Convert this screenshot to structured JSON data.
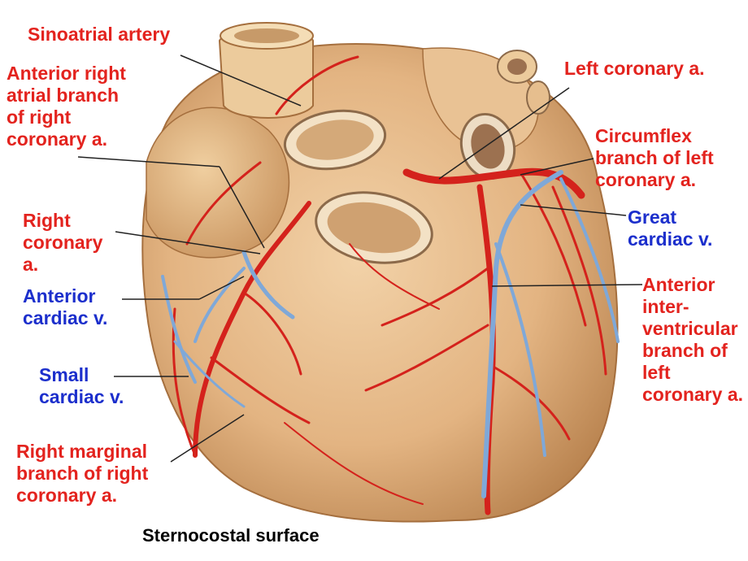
{
  "labels": {
    "sinoatrial_artery": "Sinoatrial artery",
    "anterior_right_atrial_branch": "Anterior right\natrial branch\nof right\ncoronary a.",
    "right_coronary": "Right\ncoronary\na.",
    "anterior_cardiac_v": "Anterior\ncardiac v.",
    "small_cardiac_v": "Small\ncardiac v.",
    "right_marginal_branch": "Right marginal\nbranch of right\ncoronary a.",
    "left_coronary": "Left coronary a.",
    "circumflex_branch": "Circumflex\nbranch of left\ncoronary a.",
    "great_cardiac_v": "Great\ncardiac v.",
    "anterior_interventricular": "Anterior\ninter-\nventricular\nbranch of\nleft\ncoronary a."
  },
  "caption": "Sternocostal surface",
  "colors": {
    "artery_label": "#e3231e",
    "vein_label": "#1c2fcc",
    "artery": "#d4221c",
    "vein": "#7fa8d8",
    "myocardium": "#e6b98a"
  }
}
